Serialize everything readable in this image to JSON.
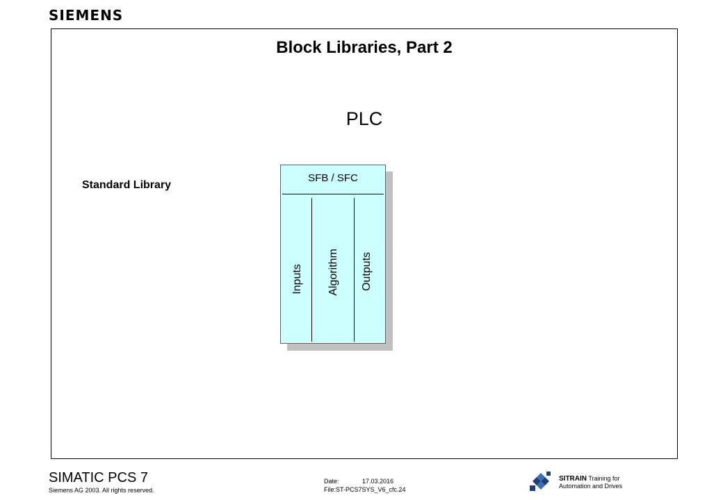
{
  "header": {
    "logo_text": "SIEMENS"
  },
  "slide": {
    "title": "Block Libraries, Part 2",
    "plc_label": "PLC",
    "standard_library_label": "Standard Library",
    "block": {
      "header": "SFB / SFC",
      "columns": [
        "Inputs",
        "Algorithm",
        "Outputs"
      ],
      "fill_color": "#ccffff"
    }
  },
  "footer": {
    "product": "SIMATIC PCS 7",
    "copyright": "Siemens AG 2003. All rights reserved.",
    "date_label": "Date:",
    "date_value": "17.03.2016",
    "file": "File:ST-PCS7SYS_V6_cfc.24",
    "sitrain_brand": "SITRAIN",
    "sitrain_tagline_1": "Training for",
    "sitrain_tagline_2": "Automation and Drives"
  }
}
